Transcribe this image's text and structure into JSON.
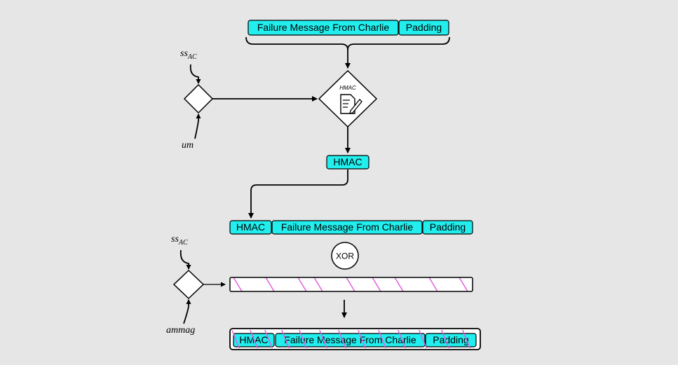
{
  "top_row": {
    "message": "Failure Message From Charlie",
    "padding": "Padding"
  },
  "hmac_block": {
    "icon_caption": "HMAC",
    "output": "HMAC"
  },
  "inputs_first": {
    "key_base": "ss",
    "key_sub": "AC",
    "other": "um"
  },
  "middle_row": {
    "hmac": "HMAC",
    "message": "Failure Message From Charlie",
    "padding": "Padding"
  },
  "xor_label": "XOR",
  "inputs_second": {
    "key_base": "ss",
    "key_sub": "AC",
    "other": "ammag"
  },
  "bottom_row": {
    "hmac": "HMAC",
    "message": "Failure Message From Charlie",
    "padding": "Padding"
  },
  "colors": {
    "box_fill": "#22eeee",
    "hatch": "#e060e0",
    "background": "#e6e6e6"
  },
  "icons": [
    "document-sign-icon"
  ]
}
